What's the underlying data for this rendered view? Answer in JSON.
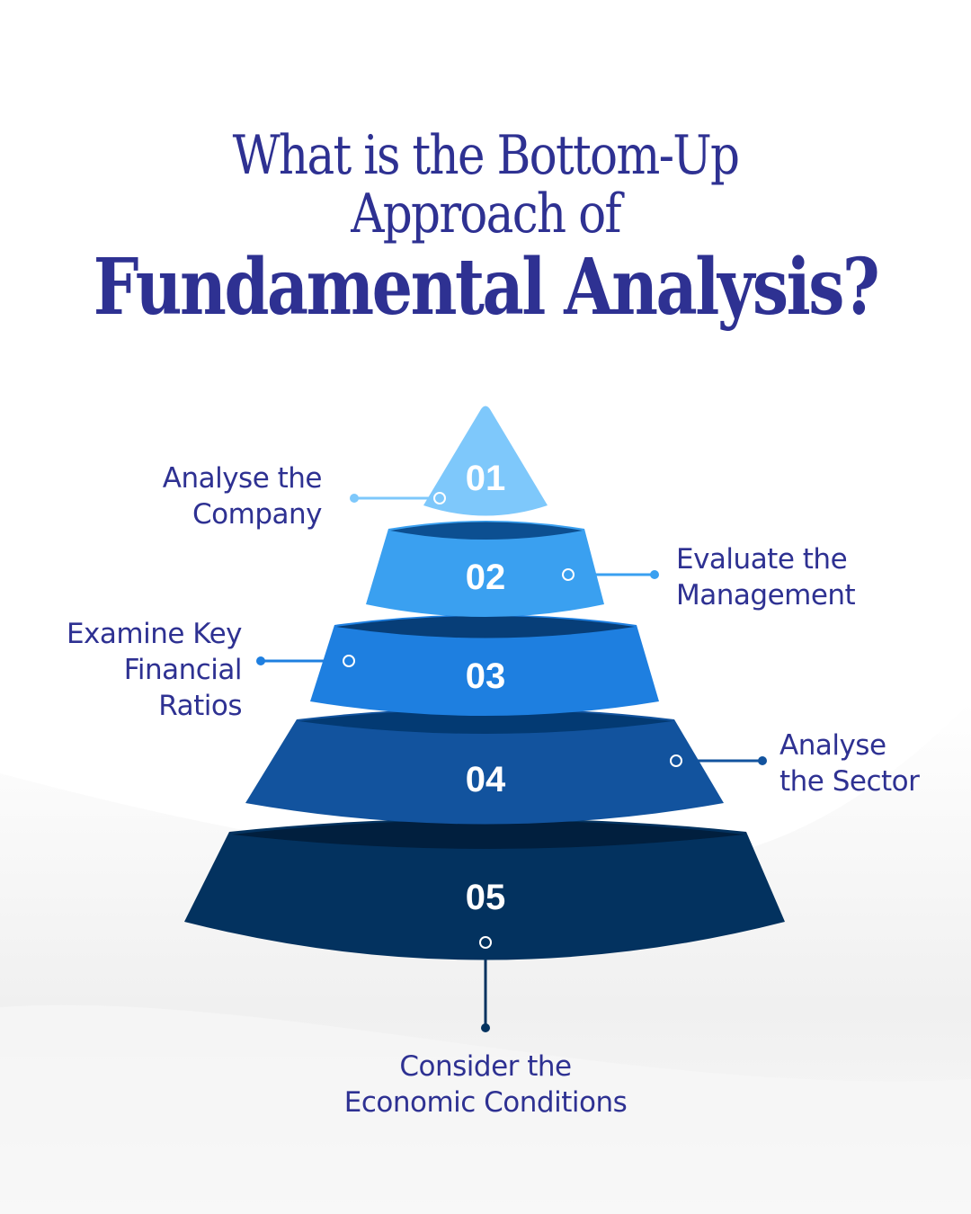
{
  "title": {
    "line1": "What is the Bottom-Up",
    "line2": "Approach of",
    "line3": "Fundamental Analysis?"
  },
  "colors": {
    "title": "#2e3192",
    "label_text": "#2e3192",
    "tier1": "#7ec8fb",
    "tier2": "#3aa0f0",
    "tier3": "#1e7fe0",
    "tier4": "#12539e",
    "tier5": "#03325f"
  },
  "steps": [
    {
      "number": "01",
      "label_lines": [
        "Analyse the",
        "Company"
      ],
      "side": "left"
    },
    {
      "number": "02",
      "label_lines": [
        "Evaluate the",
        "Management"
      ],
      "side": "right"
    },
    {
      "number": "03",
      "label_lines": [
        "Examine Key",
        "Financial",
        "Ratios"
      ],
      "side": "left"
    },
    {
      "number": "04",
      "label_lines": [
        "Analyse",
        "the Sector"
      ],
      "side": "right"
    },
    {
      "number": "05",
      "label_lines": [
        "Consider the",
        "Economic Conditions"
      ],
      "side": "bottom"
    }
  ]
}
